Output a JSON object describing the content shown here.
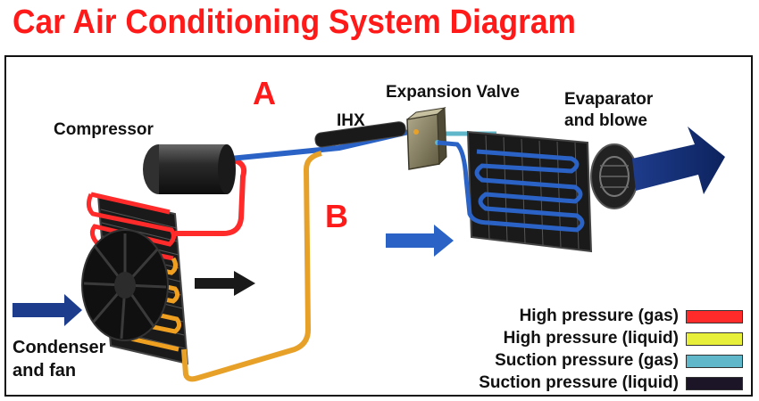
{
  "title": "Car Air Conditioning System Diagram",
  "markers": {
    "a": "A",
    "b": "B"
  },
  "labels": {
    "compressor": "Compressor",
    "ihx": "IHX",
    "expansion_valve": "Expansion Valve",
    "evaporator_line1": "Evaparator",
    "evaporator_line2": "and blowe",
    "condenser_line1": "Condenser",
    "condenser_line2": "and fan"
  },
  "legend": [
    {
      "label": "High pressure (gas)",
      "color": "#ff2a2a"
    },
    {
      "label": "High pressure (liquid)",
      "color": "#e8ef3a"
    },
    {
      "label": "Suction pressure (gas)",
      "color": "#5fb7c9"
    },
    {
      "label": "Suction pressure (liquid)",
      "color": "#1c1528"
    }
  ]
}
